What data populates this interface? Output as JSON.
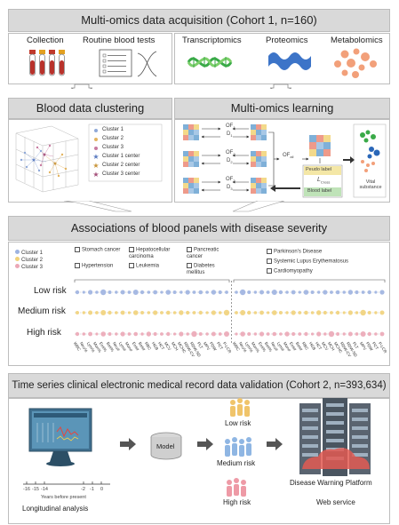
{
  "acquisition": {
    "title": "Multi-omics data acquisition (Cohort 1, n=160)",
    "collection": "Collection",
    "routine_blood_tests": "Routine blood tests",
    "transcriptomics": "Transcriptomics",
    "proteomics": "Proteomics",
    "metabolomics": "Metabolomics"
  },
  "clustering": {
    "title": "Blood data clustering",
    "legend": [
      "Cluster 1",
      "Cluster 2",
      "Cluster 3",
      "Cluster 1 center",
      "Cluster 2 center",
      "Cluster 3 center"
    ],
    "colors": [
      "#8fa8d8",
      "#e3b460",
      "#c77aa0"
    ]
  },
  "learning": {
    "title": "Multi-omics learning",
    "of_labels": [
      "OF",
      "OF",
      "OF"
    ],
    "of_subs": [
      "1",
      "2",
      "3"
    ],
    "d_labels": [
      "D",
      "D",
      "D"
    ],
    "of_all": "OF",
    "of_all_sub": "all",
    "pseudo_label": "Peudo label",
    "loss": "L",
    "loss_sub": "Cross",
    "blood_label": "Blood label",
    "vital": "Vital substance"
  },
  "associations": {
    "title": "Associations of blood panels with disease severity",
    "clusters": [
      "Cluster 1",
      "Cluster 2",
      "Cluster 3"
    ],
    "cluster_colors": [
      "#9db3e0",
      "#f1d27a",
      "#eba7b6"
    ],
    "diseases": [
      "Stomach cancer",
      "Hypertension",
      "Hepatocellular carcinoma",
      "Leukemia",
      "Pancreatic cancer",
      "Diabetes mellitus",
      "Parkinson's Disease",
      "Systemic Lupus Erythematosus",
      "Cardiomyopathy"
    ],
    "risks": [
      "Low risk",
      "Medium risk",
      "High risk"
    ],
    "markers": [
      "WBC",
      "Neu%",
      "Lym%",
      "Mon%",
      "Eos%",
      "Bas%",
      "Neu#",
      "Lym#",
      "Mon#",
      "Eos#",
      "Bas#",
      "RBC",
      "HGB",
      "HCT",
      "MCV",
      "MCH",
      "MCHC",
      "RDW-CV",
      "RDW-SD",
      "PLT",
      "MPV",
      "PDW",
      "PCT",
      "P-LCR"
    ]
  },
  "validation": {
    "title": "Time series clinical electronic medical record data validation (Cohort 2, n=393,634)",
    "years": [
      "-16",
      "-15",
      "-14",
      "-2",
      "-1",
      "0"
    ],
    "years_label": "Years before present",
    "longitudinal": "Longitudinal analysis",
    "model": "Model",
    "risks": [
      "Low risk",
      "Medium risk",
      "High risk"
    ],
    "platform": "Disease Warning Platform",
    "web": "Web service"
  }
}
